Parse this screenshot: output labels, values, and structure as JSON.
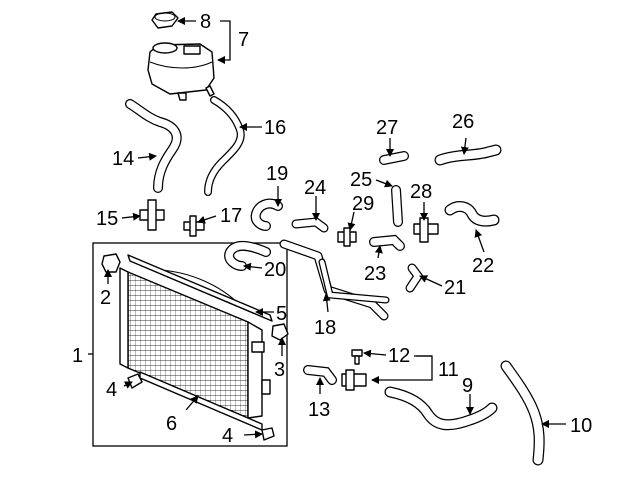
{
  "diagram": {
    "labels": {
      "p1": "1",
      "p2": "2",
      "p3": "3",
      "p4a": "4",
      "p4b": "4",
      "p5": "5",
      "p6": "6",
      "p7": "7",
      "p8": "8",
      "p9": "9",
      "p10": "10",
      "p11": "11",
      "p12": "12",
      "p13": "13",
      "p14": "14",
      "p15": "15",
      "p16": "16",
      "p17": "17",
      "p18": "18",
      "p19": "19",
      "p20": "20",
      "p21": "21",
      "p22": "22",
      "p23": "23",
      "p24": "24",
      "p25": "25",
      "p26": "26",
      "p27": "27",
      "p28": "28",
      "p29": "29"
    }
  }
}
